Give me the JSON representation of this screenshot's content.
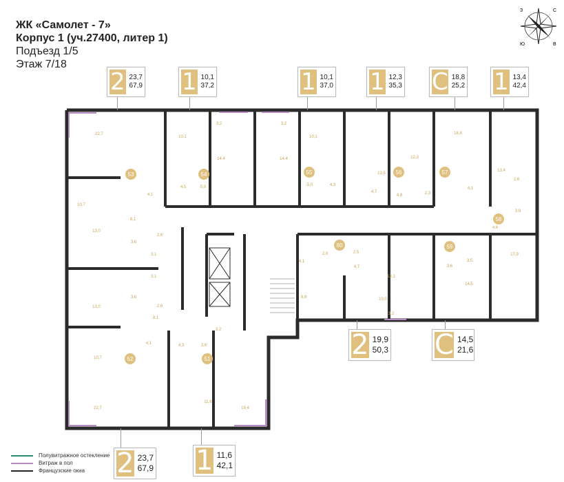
{
  "header": {
    "title": "ЖК «Самолет - 7»",
    "building": "Корпус 1 (уч.27400, литер 1)",
    "entrance": "Подъезд 1/5",
    "floor": "Этаж 7/18"
  },
  "compass": {
    "n": "С",
    "s": "Ю",
    "e": "В",
    "w": "З"
  },
  "colors": {
    "accent": "#dfc07f",
    "wall": "#2b2b2b",
    "semi_glazing": "#2a8a78",
    "stained_glass": "#b98bc4",
    "french": "#222222"
  },
  "cards": [
    {
      "rooms": "2",
      "area_living": "23,7",
      "area_total": "67,9"
    },
    {
      "rooms": "1",
      "area_living": "10,1",
      "area_total": "37,2"
    },
    {
      "rooms": "1",
      "area_living": "10,1",
      "area_total": "37,0"
    },
    {
      "rooms": "1",
      "area_living": "12,3",
      "area_total": "35,3"
    },
    {
      "rooms": "С",
      "area_living": "18,8",
      "area_total": "25,2"
    },
    {
      "rooms": "1",
      "area_living": "13,4",
      "area_total": "42,4"
    },
    {
      "rooms": "2",
      "area_living": "19,9",
      "area_total": "50,3"
    },
    {
      "rooms": "С",
      "area_living": "14,5",
      "area_total": "21,6"
    },
    {
      "rooms": "2",
      "area_living": "23,7",
      "area_total": "67,9"
    },
    {
      "rooms": "1",
      "area_living": "11,6",
      "area_total": "42,1"
    }
  ],
  "apartments": [
    "53",
    "54",
    "55",
    "56",
    "57",
    "58",
    "60",
    "59",
    "52",
    "51"
  ],
  "rooms": [
    "22,7",
    "10,1",
    "3,2",
    "14,4",
    "3,2",
    "14,4",
    "10,1",
    "12,3",
    "18,8",
    "13,4",
    "13,5",
    "4,5",
    "5,0",
    "4,1",
    "10,7",
    "8,1",
    "5,0",
    "4,3",
    "4,7",
    "4,8",
    "2,3",
    "4,1",
    "2,6",
    "3,9",
    "4,6",
    "13,0",
    "3,6",
    "2,6",
    "3,1",
    "3,1",
    "3,6",
    "2,6",
    "13,0",
    "8,1",
    "4,1",
    "4,3",
    "3,6",
    "3,2",
    "10,7",
    "22,7",
    "11,6",
    "19,4",
    "4,1",
    "2,8",
    "2,5",
    "4,7",
    "9,9",
    "10,0",
    "13,1",
    "3,2",
    "3,6",
    "3,5",
    "14,5",
    "17,9"
  ],
  "legend": [
    "Полувитражное остекление",
    "Витраж в пол",
    "Французские окна"
  ]
}
